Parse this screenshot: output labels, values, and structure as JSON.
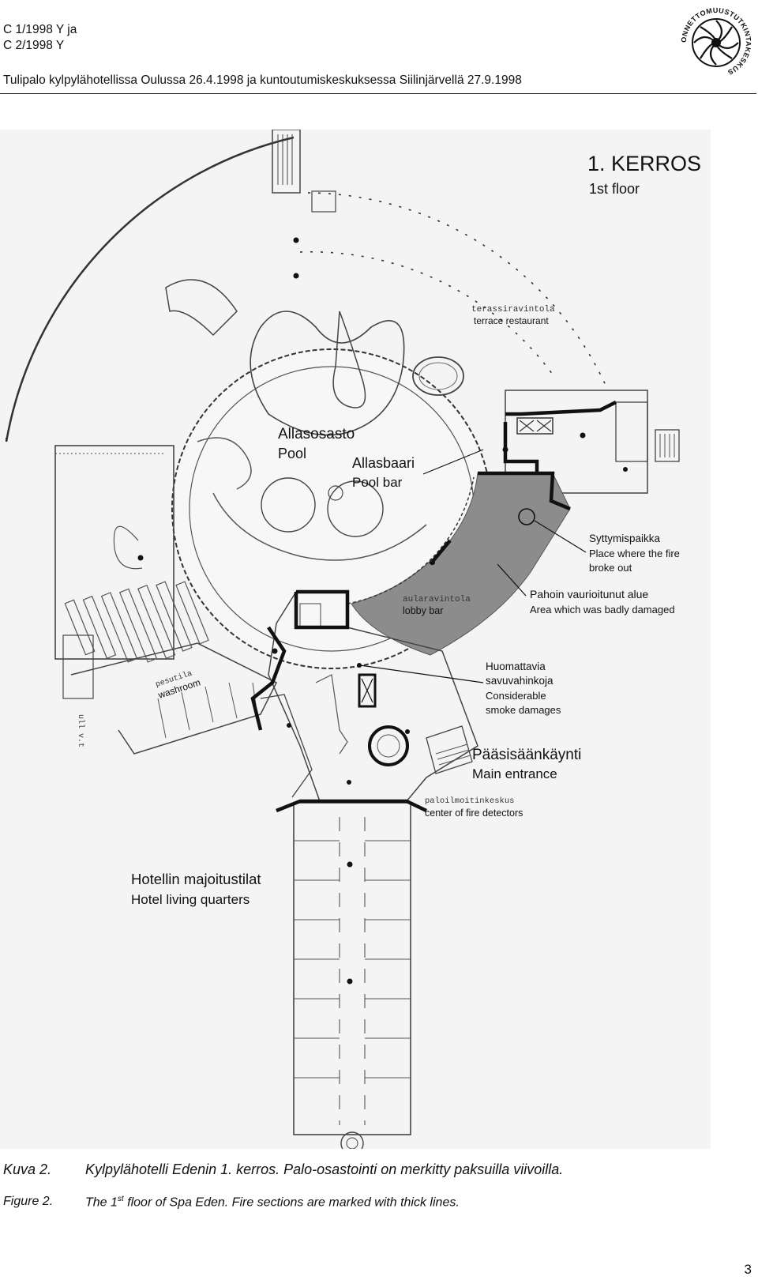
{
  "header": {
    "ref_line1": "C 1/1998 Y ja",
    "ref_line2": "C 2/1998 Y",
    "title": "Tulipalo kylpylähotellissa Oulussa 26.4.1998 ja kuntoutumiskeskuksessa Siilinjärvellä 27.9.1998",
    "logo_text": "ONNETTOMUUSTUTKINTAKESKUS"
  },
  "plan": {
    "floor_fi": "1. KERROS",
    "floor_en": "1st floor",
    "terrace_fi": "terassiravintola",
    "terrace_en": "terrace restaurant",
    "pool_fi": "Allasosasto",
    "pool_en": "Pool",
    "poolbar_fi": "Allasbaari",
    "poolbar_en": "Pool bar",
    "ignition_fi": "Syttymispaikka",
    "ignition_en1": "Place where the fire",
    "ignition_en2": "broke out",
    "damaged_fi": "Pahoin vaurioitunut alue",
    "damaged_en": "Area which was badly damaged",
    "lobby_fi": "aularavintola",
    "lobby_en": "lobby bar",
    "smoke_fi1": "Huomattavia",
    "smoke_fi2": "savuvahinkoja",
    "smoke_en1": "Considerable",
    "smoke_en2": "smoke damages",
    "washroom_fi": "pesutila",
    "washroom_en": "washroom",
    "side_label": "ull v.t",
    "entrance_fi": "Pääsisäänkäynti",
    "entrance_en": "Main entrance",
    "detectors_fi": "paloilmoitinkeskus",
    "detectors_en": "center of fire detectors",
    "hotel_fi": "Hotellin majoitustilat",
    "hotel_en": "Hotel living quarters"
  },
  "caption": {
    "kuva_label": "Kuva 2.",
    "kuva_text": "Kylpylähotelli Edenin 1. kerros. Palo-osastointi on merkitty paksuilla viivoilla.",
    "figure_label": "Figure 2.",
    "figure_text_pre": "The 1",
    "figure_text_sup": "st",
    "figure_text_post": " floor of Spa Eden. Fire sections are marked with thick lines."
  },
  "page_number": "3",
  "colors": {
    "damaged_area": "#8c8c8c",
    "fire_wall": "#111111",
    "plan_background": "#f4f4f4"
  }
}
